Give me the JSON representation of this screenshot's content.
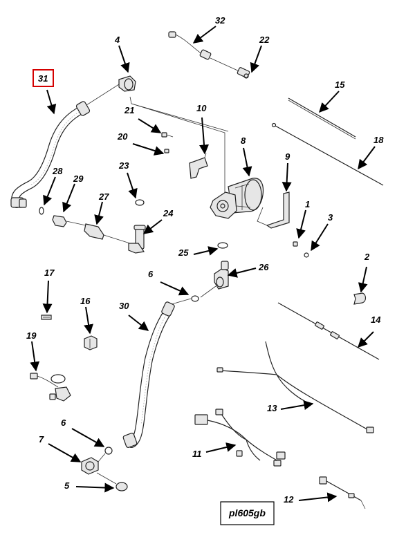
{
  "highlighted_callout": "31",
  "drawing_ref": "pl605gb",
  "callouts": [
    "31",
    "4",
    "32",
    "22",
    "15",
    "21",
    "10",
    "8",
    "20",
    "18",
    "9",
    "23",
    "24",
    "28",
    "29",
    "27",
    "1",
    "3",
    "25",
    "26",
    "6",
    "17",
    "16",
    "30",
    "2",
    "14",
    "19",
    "13",
    "11",
    "6",
    "7",
    "5",
    "12"
  ]
}
